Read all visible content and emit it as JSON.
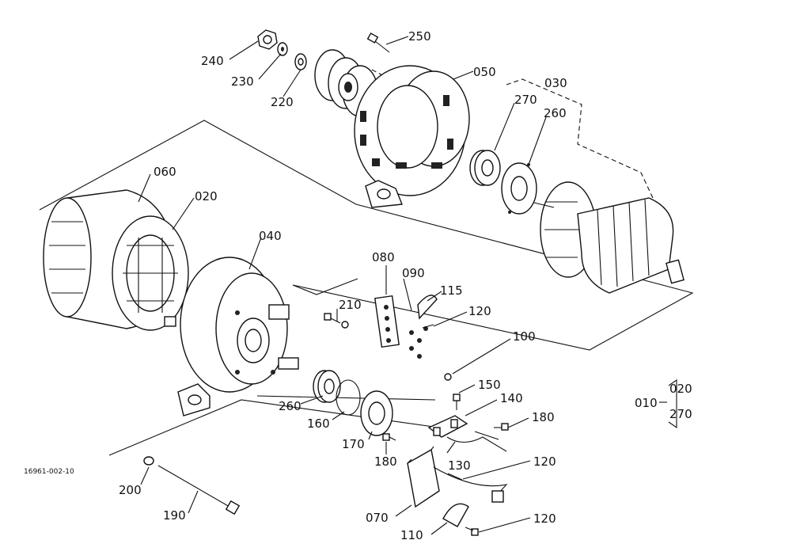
{
  "drawing_code": "16961-002-10",
  "parts": {
    "p010": "010",
    "p020": "020",
    "p020b": "020",
    "p030": "030",
    "p040": "040",
    "p050": "050",
    "p060": "060",
    "p070": "070",
    "p080": "080",
    "p090": "090",
    "p100": "100",
    "p110": "110",
    "p115": "115",
    "p120a": "120",
    "p120b": "120",
    "p120c": "120",
    "p130": "130",
    "p140": "140",
    "p150": "150",
    "p160": "160",
    "p170": "170",
    "p180a": "180",
    "p180b": "180",
    "p190": "190",
    "p200": "200",
    "p210": "210",
    "p220": "220",
    "p230": "230",
    "p240": "240",
    "p250": "250",
    "p260a": "260",
    "p260b": "260",
    "p270a": "270",
    "p270b": "270"
  }
}
